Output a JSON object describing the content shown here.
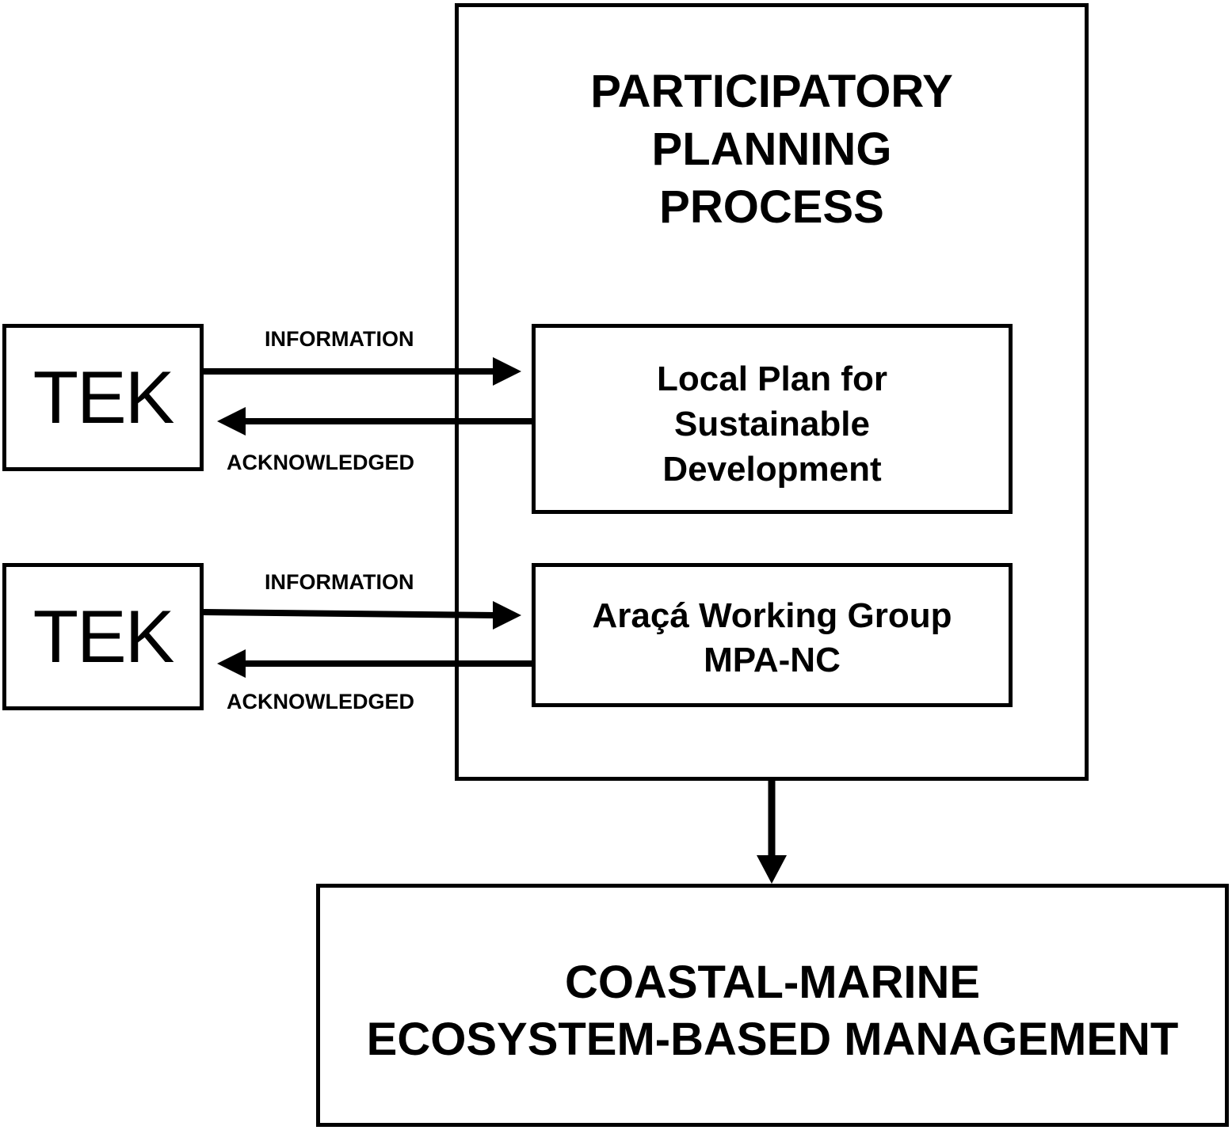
{
  "participatory_box": {
    "title_lines": [
      "PARTICIPATORY",
      "PLANNING",
      "PROCESS"
    ]
  },
  "tek_boxes": [
    {
      "label": "TEK"
    },
    {
      "label": "TEK"
    }
  ],
  "local_plan": {
    "lines": [
      "Local Plan for",
      "Sustainable",
      "Development"
    ]
  },
  "araca_group": {
    "lines": [
      "Araçá Working Group",
      "MPA-NC"
    ]
  },
  "flows": [
    {
      "forward_label": "INFORMATION",
      "backward_label": "ACKNOWLEDGED"
    },
    {
      "forward_label": "INFORMATION",
      "backward_label": "ACKNOWLEDGED"
    }
  ],
  "outcome_box": {
    "lines": [
      "COASTAL-MARINE",
      "ECOSYSTEM-BASED MANAGEMENT"
    ]
  }
}
